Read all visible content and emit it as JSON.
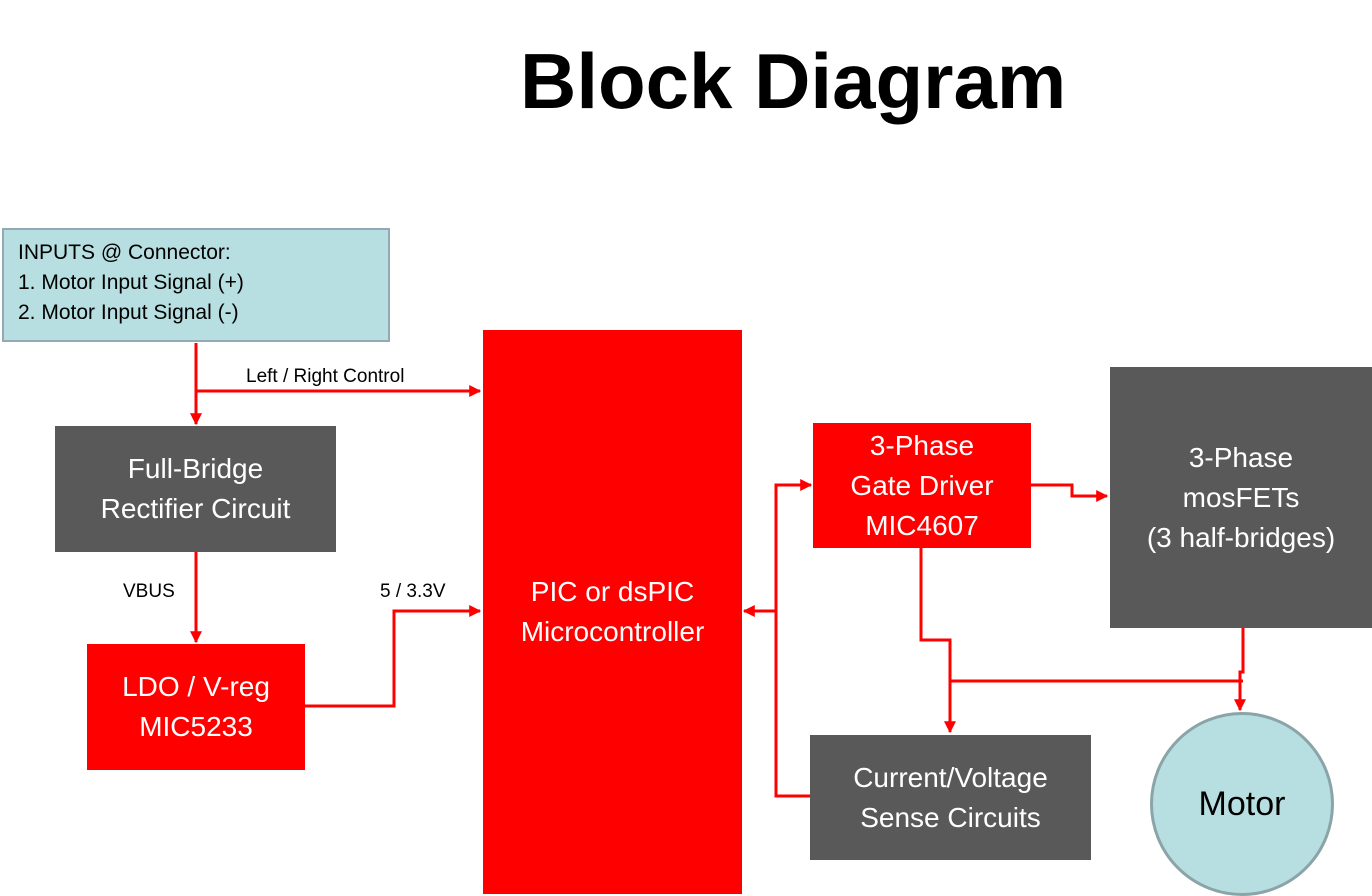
{
  "title": "Block Diagram",
  "inputs_box": {
    "lines": [
      "INPUTS @ Connector:",
      "1. Motor Input Signal (+)",
      "2. Motor Input Signal (-)"
    ]
  },
  "blocks": {
    "rectifier": {
      "lines": [
        "Full-Bridge",
        "Rectifier Circuit"
      ]
    },
    "ldo": {
      "lines": [
        "LDO / V-reg",
        "MIC5233"
      ]
    },
    "mcu": {
      "lines": [
        "PIC or dsPIC",
        "Microcontroller"
      ]
    },
    "gate_driver": {
      "lines": [
        "3-Phase",
        "Gate Driver",
        "MIC4607"
      ]
    },
    "mosfets": {
      "lines": [
        "3-Phase",
        "mosFETs",
        "(3 half-bridges)"
      ]
    },
    "sense": {
      "lines": [
        "Current/Voltage",
        "Sense Circuits"
      ]
    },
    "motor": {
      "label": "Motor"
    }
  },
  "wire_labels": {
    "left_right": "Left / Right Control",
    "vbus": "VBUS",
    "voltage": "5 / 3.3V"
  },
  "colors": {
    "block_red": "#ff0000",
    "block_gray": "#595959",
    "inputs_fill": "#b7dee0",
    "wire": "#ff0000"
  }
}
